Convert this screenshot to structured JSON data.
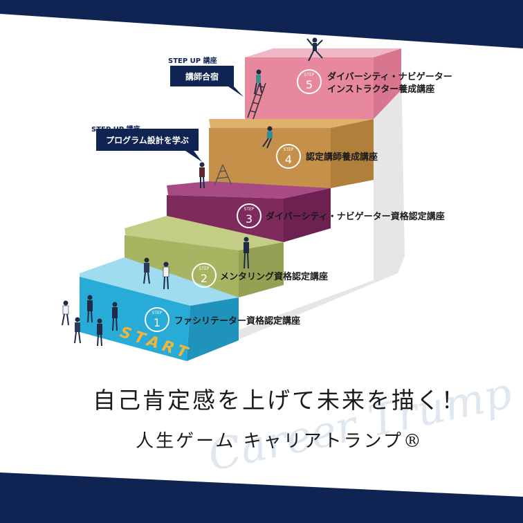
{
  "colors": {
    "navy": "#0f2452",
    "step1": "#29abd8",
    "step2": "#a9b462",
    "step3": "#7f2a5c",
    "step4": "#c5914a",
    "step5": "#e7889f",
    "accent": "#f2b53a",
    "side": "#e6e6e6"
  },
  "steps": [
    {
      "word": "STEP",
      "num": "1",
      "label": "ファシリテーター資格認定講座"
    },
    {
      "word": "STEP",
      "num": "2",
      "label": "メンタリング資格認定講座"
    },
    {
      "word": "STEP",
      "num": "3",
      "label": "ダイバーシティ・ナビゲーター資格認定講座"
    },
    {
      "word": "STEP",
      "num": "4",
      "label": "認定講師養成講座"
    },
    {
      "word": "STEP",
      "num": "5",
      "label_line1": "ダイバーシティ・ナビゲーター",
      "label_line2": "インストラクター養成講座"
    }
  ],
  "step_up": [
    {
      "tag": "STEP UP 講座",
      "title": "講師合宿"
    },
    {
      "tag": "STEP UP 講座",
      "title": "プログラム設計を学ぶ"
    }
  ],
  "start_label": "START",
  "tagline": "自己肯定感を上げて未来を描く！",
  "product": "人生ゲーム キャリアトランプ®",
  "watermark": "Career Trump"
}
